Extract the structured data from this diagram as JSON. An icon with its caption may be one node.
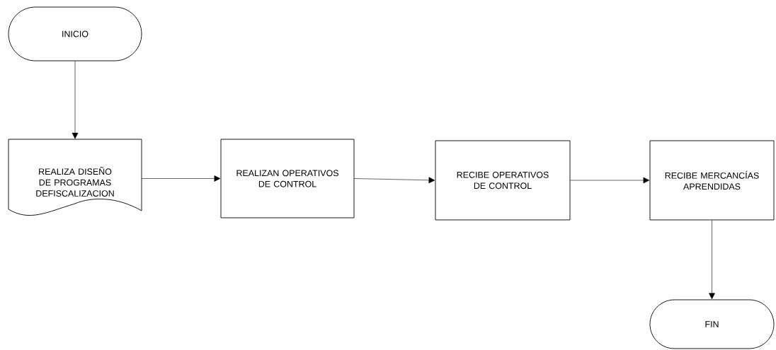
{
  "diagram": {
    "nodes": [
      {
        "text": [
          "INICIO"
        ]
      },
      {
        "text": [
          "REALIZA DISEÑO DE PROGRAMAS DEFISCALIZACION"
        ]
      },
      {
        "text": [
          "REALIZAN OPERATIVOS DE CONTROL"
        ]
      },
      {
        "text": [
          "RECIBE OPERATIVOS DE CONTROL"
        ]
      },
      {
        "text": [
          "RECIBE MERCANCÍAS APRENDIDAS"
        ]
      },
      {
        "text": [
          "FIN"
        ]
      }
    ],
    "edges": [
      {
        "from": 0,
        "to": 1,
        "arrow": "to"
      },
      {
        "from": 1,
        "to": 2,
        "arrow": "to"
      },
      {
        "from": 2,
        "to": 3,
        "arrow": "to"
      },
      {
        "from": 3,
        "to": 4,
        "arrow": "to"
      },
      {
        "from": 4,
        "to": 5,
        "arrow": "to"
      }
    ]
  }
}
